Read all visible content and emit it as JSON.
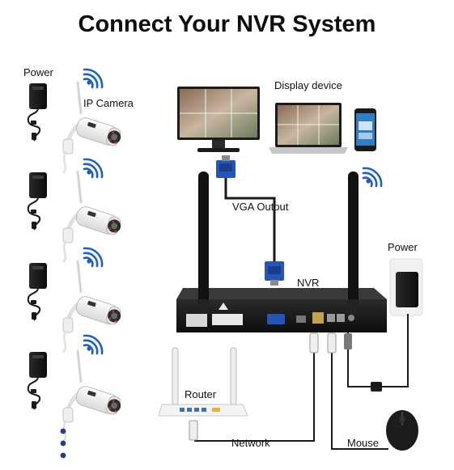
{
  "title": "Connect  Your NVR System",
  "labels": {
    "power_left": "Power",
    "ip_camera": "IP Camera",
    "display_device": "Display device",
    "vga_output": "VGA Output",
    "nvr": "NVR",
    "power_right": "Power",
    "router": "Router",
    "network": "Network",
    "mouse": "Mouse"
  },
  "colors": {
    "nvr_body": "#151515",
    "wifi": "#1f5fc4",
    "vga_blue": "#2456b8",
    "cable": "#1a1a1a",
    "camera_white": "#f4f4f4"
  },
  "icons": [
    "wifi-icon",
    "power-adapter-icon",
    "ip-camera-icon",
    "monitor-icon",
    "laptop-icon",
    "phone-icon",
    "vga-connector-icon",
    "router-icon",
    "mouse-icon",
    "antenna-icon",
    "more-dots-icon"
  ]
}
